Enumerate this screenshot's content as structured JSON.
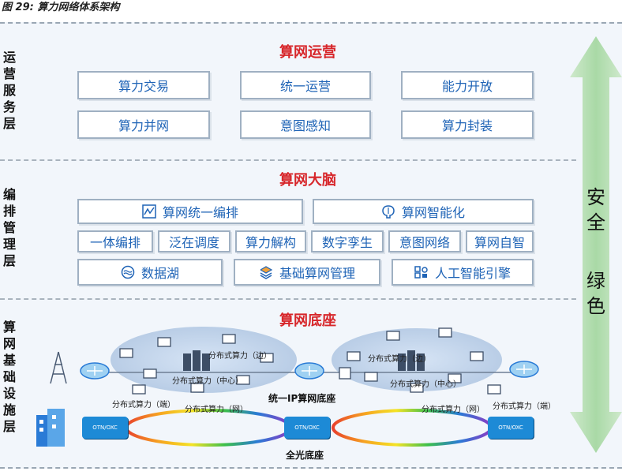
{
  "caption": "图 29: 算力网络体系架构",
  "side_arrow": {
    "label_top": [
      "安",
      "全"
    ],
    "label_bottom": [
      "绿",
      "色"
    ]
  },
  "layers": {
    "ops": {
      "side_label": [
        "运",
        "营",
        "服",
        "务",
        "层"
      ],
      "title": "算网运营",
      "items": [
        "算力交易",
        "统一运营",
        "能力开放",
        "算力并网",
        "意图感知",
        "算力封装"
      ]
    },
    "orch": {
      "side_label": [
        "编",
        "排",
        "管",
        "理",
        "层"
      ],
      "title": "算网大脑",
      "top": [
        "算网统一编排",
        "算网智能化"
      ],
      "mid": [
        "一体编排",
        "泛在调度",
        "算力解构",
        "数字孪生",
        "意图网络",
        "算网自智"
      ],
      "bottom": [
        "数据湖",
        "基础算网管理",
        "人工智能引擎"
      ]
    },
    "infra": {
      "side_label": [
        "算",
        "网",
        "基",
        "础",
        "设",
        "施",
        "层"
      ],
      "title": "算网底座",
      "labels": {
        "edge_left": "分布式算力（边）",
        "center_left": "分布式算力（中心）",
        "edge_right": "分布式算力（边）",
        "center_right": "分布式算力（中心）",
        "end_left": "分布式算力（端）",
        "net_left": "分布式算力（网）",
        "net_right": "分布式算力（网）",
        "end_right": "分布式算力（端）",
        "ip_base": "统一IP算网底座",
        "optical_base": "全光底座",
        "otn": "OTN/OXC"
      }
    }
  },
  "colors": {
    "title_red": "#d7262a",
    "box_text_blue": "#1e63b6",
    "arrow_green": "#b9e1b6"
  }
}
